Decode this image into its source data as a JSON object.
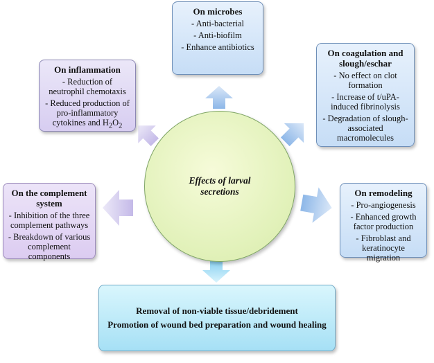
{
  "center": {
    "label": "Effects of larval secretions"
  },
  "microbes": {
    "title": "On microbes",
    "items": [
      "- Anti-bacterial",
      "- Anti-biofilm",
      "- Enhance antibiotics"
    ]
  },
  "inflammation": {
    "title": "On inflammation",
    "items": [
      "- Reduction of neutrophil chemotaxis",
      "- Reduced production of pro-inflammatory cytokines and H"
    ],
    "h2o2": {
      "sub_a": "2",
      "o": "O",
      "sub_b": "2"
    }
  },
  "coagulation": {
    "title": "On coagulation and slough/eschar",
    "items": [
      "- No effect on clot formation",
      "- Increase of t/uPA-induced fibrinolysis",
      "- Degradation of slough-associated macromolecules"
    ]
  },
  "complement": {
    "title": "On the complement system",
    "items": [
      "- Inhibition of the three complement pathways",
      "- Breakdown of various complement components"
    ]
  },
  "remodeling": {
    "title": "On remodeling",
    "items": [
      "- Pro-angiogenesis",
      "- Enhanced growth factor production",
      "- Fibroblast and keratinocyte migration"
    ]
  },
  "outcome": {
    "line1": "Removal of non-viable tissue/debridement",
    "line2": "Promotion of wound bed preparation and wound healing"
  },
  "colors": {
    "arrow_blue": "#9fc3ec",
    "arrow_purple": "#c9c0ea",
    "arrow_cyan": "#8fd4f2",
    "center_fill": "#e5f3bf"
  }
}
